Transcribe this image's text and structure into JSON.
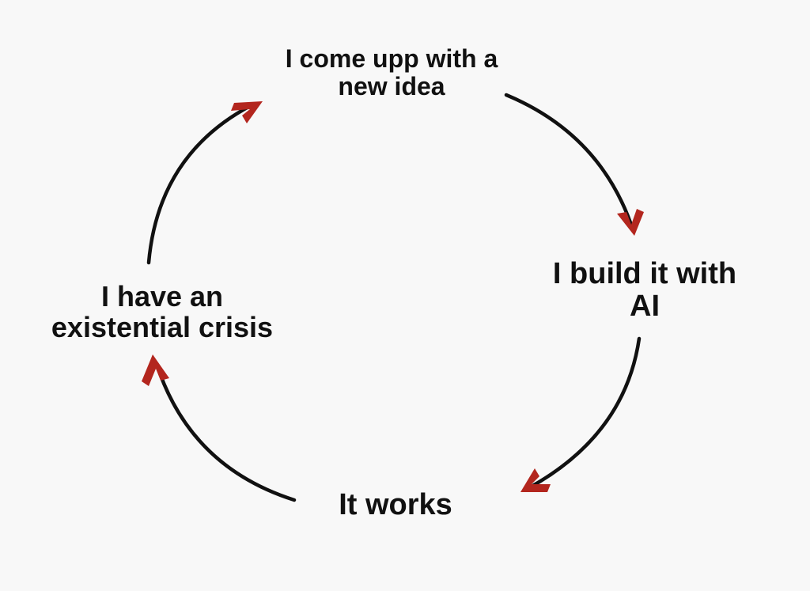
{
  "diagram": {
    "type": "cycle",
    "nodes": [
      {
        "id": "new-idea",
        "lines": [
          "I come upp  with a",
          "new idea"
        ]
      },
      {
        "id": "build-ai",
        "lines": [
          "I build it with",
          "AI"
        ]
      },
      {
        "id": "it-works",
        "lines": [
          "It works"
        ]
      },
      {
        "id": "crisis",
        "lines": [
          "I have an",
          "existential crisis"
        ]
      }
    ],
    "edges": [
      {
        "from": "new-idea",
        "to": "build-ai"
      },
      {
        "from": "build-ai",
        "to": "it-works"
      },
      {
        "from": "it-works",
        "to": "crisis"
      },
      {
        "from": "crisis",
        "to": "new-idea"
      }
    ],
    "colors": {
      "background": "#f8f8f8",
      "arrow_line": "#111111",
      "arrow_head": "#b3261e",
      "text": "#111111"
    }
  }
}
